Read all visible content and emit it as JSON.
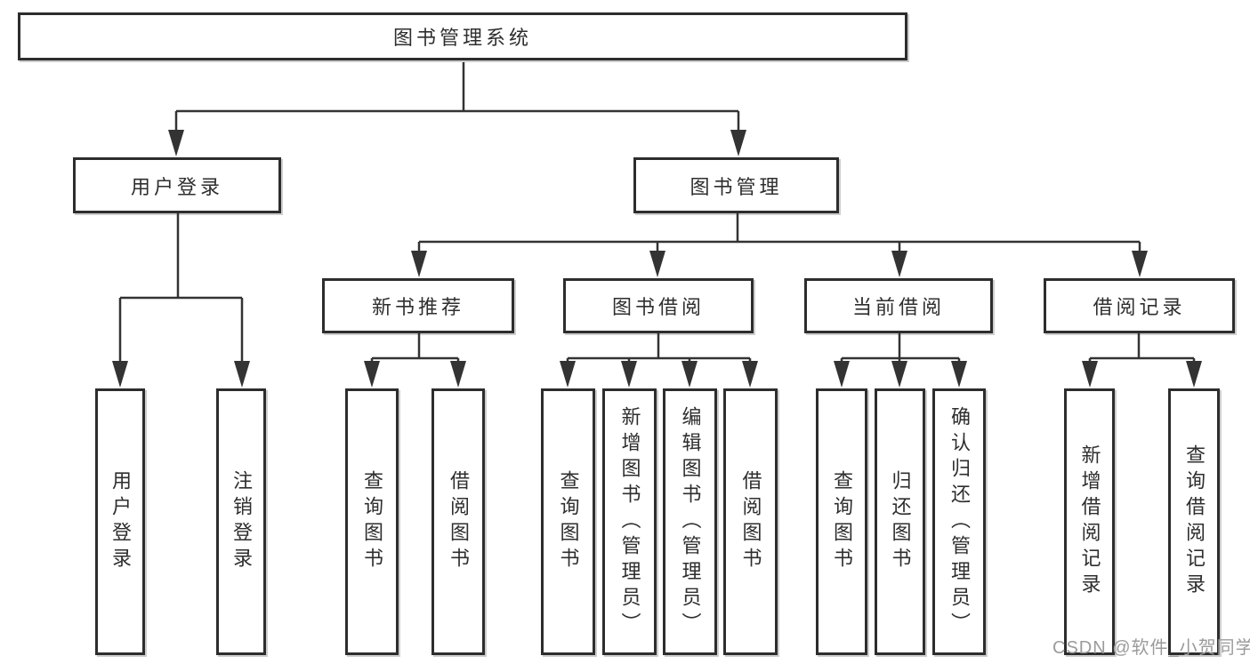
{
  "diagram": {
    "title": "图书管理系统",
    "nodes": {
      "root": "图书管理系统",
      "user_login": "用户登录",
      "book_management": "图书管理",
      "new_book_recommend": "新书推荐",
      "book_borrow": "图书借阅",
      "current_borrow": "当前借阅",
      "borrow_records": "借阅记录",
      "user_children": [
        "用户登录",
        "注销登录"
      ],
      "new_book_children": [
        "查询图书",
        "借阅图书"
      ],
      "borrow_children": [
        "查询图书",
        "新增图书（管理员）",
        "编辑图书（管理员）",
        "借阅图书"
      ],
      "current_children": [
        "查询图书",
        "归还图书",
        "确认归还（管理员）"
      ],
      "records_children": [
        "新增借阅记录",
        "查询借阅记录"
      ]
    },
    "colors": {
      "box_border": "#2d2d2d",
      "line": "#333333",
      "text": "#2e2e2e",
      "watermark": "#9b9b9b",
      "background": "#ffffff"
    }
  },
  "watermark": "CSDN @软件_小贺同学"
}
